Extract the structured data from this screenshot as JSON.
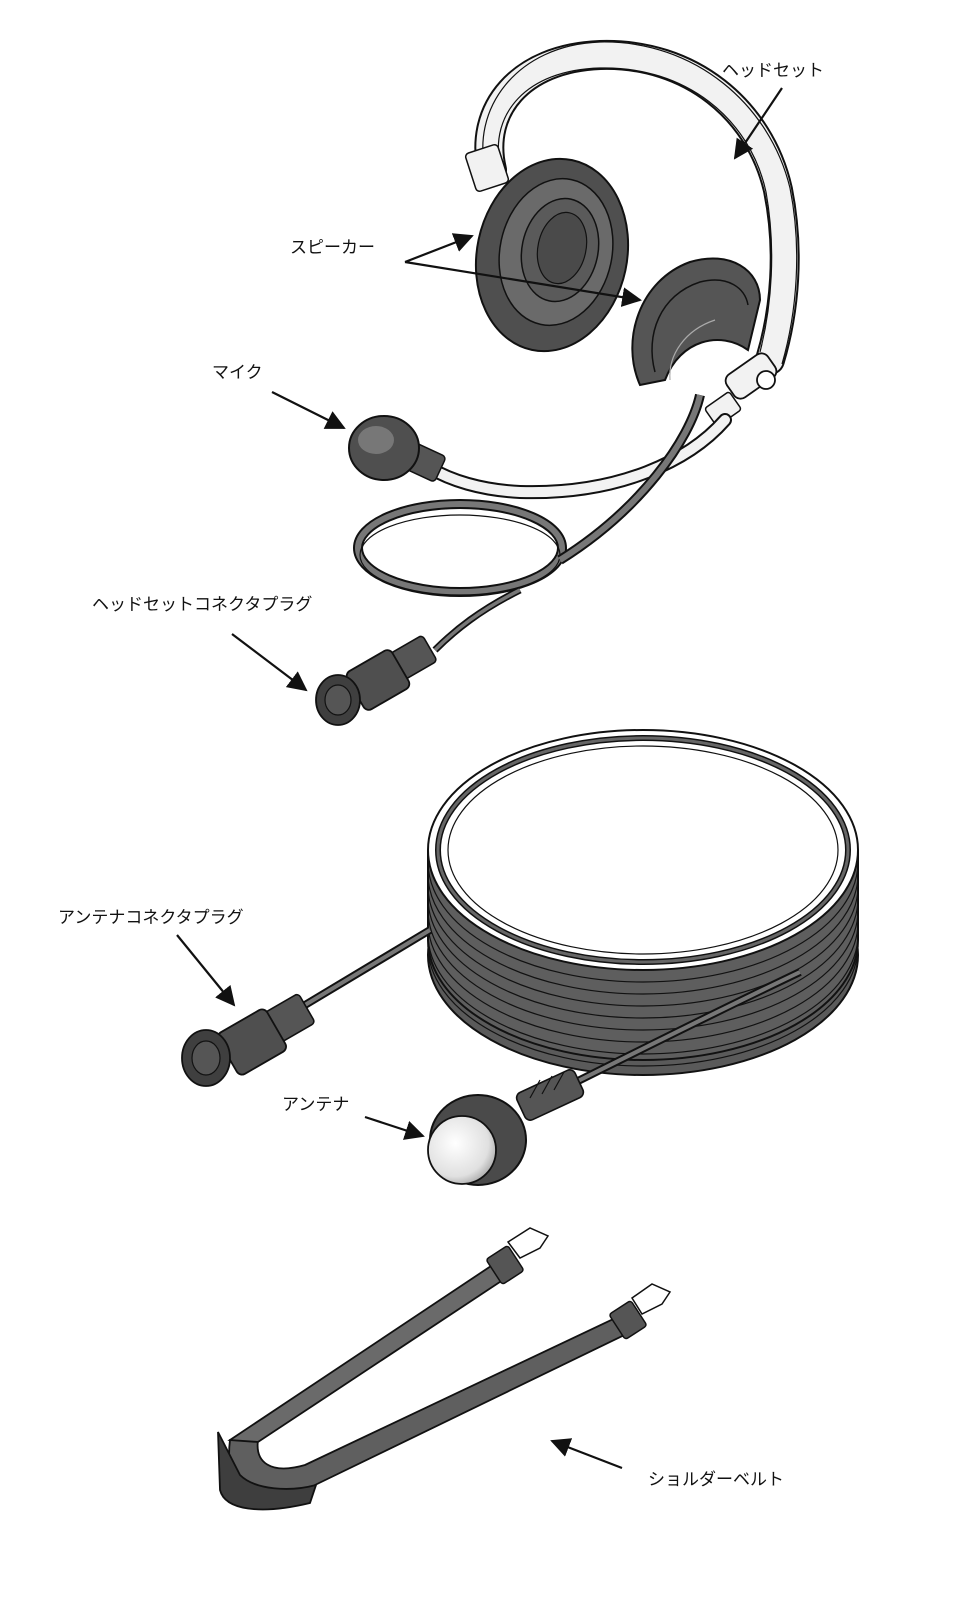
{
  "labels": {
    "headset": "ヘッドセット",
    "speaker": "スピーカー",
    "mic": "マイク",
    "headset_connector_plug": "ヘッドセットコネクタプラグ",
    "antenna_connector_plug": "アンテナコネクタプラグ",
    "antenna": "アンテナ",
    "shoulder_belt": "ショルダーベルト"
  },
  "colors": {
    "line": "#111111",
    "dark_fill": "#555555",
    "mid_fill": "#6e6e6e",
    "light_fill": "#e6e6e6",
    "background": "#ffffff"
  }
}
